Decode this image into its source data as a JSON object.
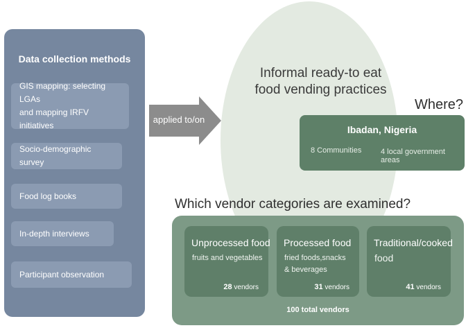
{
  "methods": {
    "title": "Data collection methods",
    "items": [
      {
        "line1": "GIS mapping: selecting LGAs",
        "line2": "and mapping IRFV initiatives"
      },
      {
        "line1": "Socio-demographic survey"
      },
      {
        "line1": "Food log books"
      },
      {
        "line1": "In-depth interviews"
      },
      {
        "line1": "Participant observation"
      }
    ]
  },
  "arrow": {
    "label": "applied to/on"
  },
  "topic": {
    "line1": "Informal ready-to eat",
    "line2": "food vending practices"
  },
  "where": {
    "question": "Where?",
    "title": "Ibadan, Nigeria",
    "communities": "8 Communities",
    "lgas": "4 local government areas"
  },
  "vendors": {
    "question": "Which vendor categories are examined?",
    "categories": [
      {
        "title": "Unprocessed food",
        "desc1": "fruits and vegetables",
        "desc2": "",
        "count": "28",
        "unit": "vendors"
      },
      {
        "title": "Processed food",
        "desc1": "fried foods,snacks",
        "desc2": "& beverages",
        "count": "31",
        "unit": "vendors"
      },
      {
        "title": "Traditional/cooked",
        "desc1": "food",
        "desc2": "",
        "count": "41",
        "unit": "vendors"
      }
    ],
    "total": "100 total vendors"
  },
  "colors": {
    "methods_panel": "#76879f",
    "method_box": "#8b9bb2",
    "circle": "#e3eae1",
    "ibadan_box": "#5e8068",
    "vendor_panel": "#7d9a86",
    "vendor_card": "#5f7f69",
    "arrow": "#8c8c8c"
  }
}
